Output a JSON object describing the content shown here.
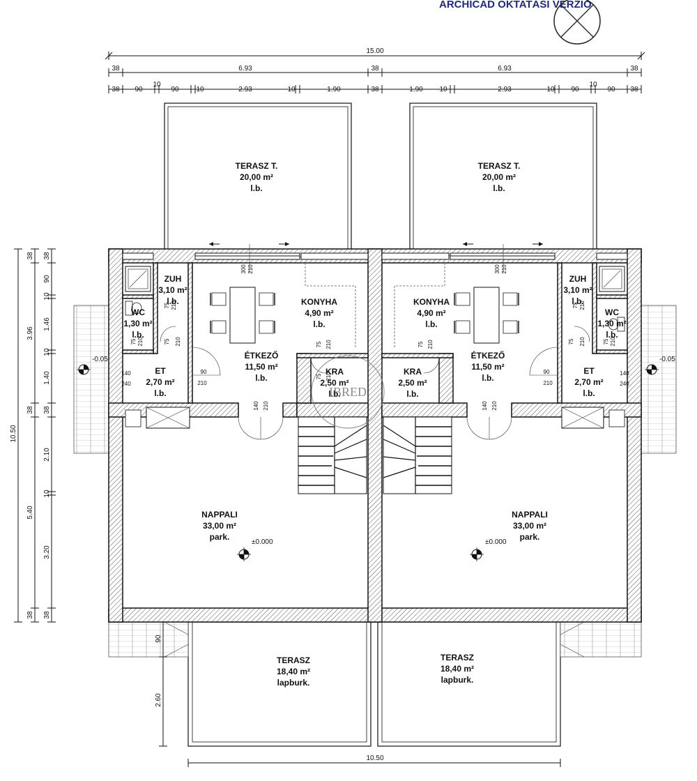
{
  "header": {
    "watermark_text": "ARCHICAD OKTATÁSI VERZIÓ"
  },
  "watermark": {
    "logo_text": "IBRED"
  },
  "dims": {
    "top_total": "15.00",
    "top_mid": [
      "38",
      "6.93",
      "38",
      "6.93",
      "38"
    ],
    "top_detail": [
      "38",
      "90",
      "10",
      "90",
      "10",
      "2.93",
      "10",
      "1.90",
      "38",
      "1.90",
      "10",
      "2.93",
      "10",
      "90",
      "10",
      "90",
      "38"
    ],
    "left_total": "10.50",
    "left_a": [
      "38",
      "3.96",
      "38",
      "5.40",
      "38"
    ],
    "left_b": [
      "38",
      "90",
      "10",
      "1.46",
      "10",
      "1.40",
      "38",
      "2.10",
      "10",
      "3.20",
      "38"
    ],
    "bottom_total": "10.50",
    "terrace_depth": "2.60",
    "terrace_step": "90"
  },
  "rooms": {
    "terasz_t_left": {
      "name": "TERASZ T.",
      "area": "20,00 m²",
      "floor": "l.b."
    },
    "terasz_t_right": {
      "name": "TERASZ T.",
      "area": "20,00 m²",
      "floor": "l.b."
    },
    "zuh_left": {
      "name": "ZUH",
      "area": "3,10 m²",
      "floor": "l.b."
    },
    "zuh_right": {
      "name": "ZUH",
      "area": "3,10 m²",
      "floor": "l.b."
    },
    "wc_left": {
      "name": "WC",
      "area": "1,30 m²",
      "floor": "l.b."
    },
    "wc_right": {
      "name": "WC",
      "area": "1,30 m²",
      "floor": "l.b."
    },
    "konyha_left": {
      "name": "KONYHA",
      "area": "4,90 m²",
      "floor": "l.b."
    },
    "konyha_right": {
      "name": "KONYHA",
      "area": "4,90 m²",
      "floor": "l.b."
    },
    "etkezo_left": {
      "name": "ÉTKEZŐ",
      "area": "11,50 m²",
      "floor": "l.b."
    },
    "etkezo_right": {
      "name": "ÉTKEZŐ",
      "area": "11,50 m²",
      "floor": "l.b."
    },
    "et_left": {
      "name": "ET",
      "area": "2,70 m²",
      "floor": "l.b."
    },
    "et_right": {
      "name": "ET",
      "area": "2,70 m²",
      "floor": "l.b."
    },
    "kra_left": {
      "name": "KRA",
      "area": "2,50 m²",
      "floor": "l.b."
    },
    "kra_right": {
      "name": "KRA",
      "area": "2,50 m²",
      "floor": "l.b."
    },
    "nappali_left": {
      "name": "NAPPALI",
      "area": "33,00 m²",
      "floor": "park."
    },
    "nappali_right": {
      "name": "NAPPALI",
      "area": "33,00 m²",
      "floor": "park."
    },
    "terasz_left": {
      "name": "TERASZ",
      "area": "18,40 m²",
      "floor": "lapburk."
    },
    "terasz_right": {
      "name": "TERASZ",
      "area": "18,40 m²",
      "floor": "lapburk."
    }
  },
  "levels": {
    "main": "±0.000",
    "entrance": "-0.05"
  },
  "openings": {
    "sliding_top": [
      "300",
      "210"
    ],
    "zuh_door": [
      "75",
      "210"
    ],
    "wc_door": [
      "75",
      "210"
    ],
    "konyha_door": [
      "75",
      "210"
    ],
    "et_door": [
      "90",
      "210"
    ],
    "entry_door": [
      "140",
      "240"
    ],
    "nappali_door": [
      "140",
      "210"
    ],
    "kra_door": [
      "75",
      "210"
    ]
  }
}
